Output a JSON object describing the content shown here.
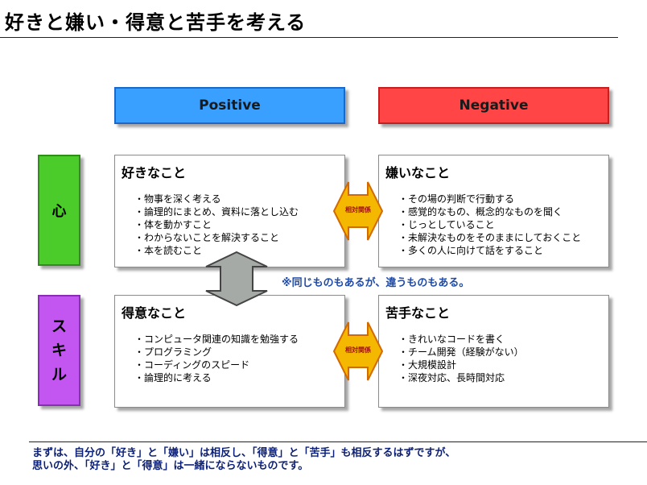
{
  "title": "好きと嫌い・得意と苦手を考える",
  "columns": {
    "positive": "Positive",
    "negative": "Negative"
  },
  "rows": {
    "kokoro": "心",
    "skill": [
      "ス",
      "キ",
      "ル"
    ]
  },
  "cells": {
    "like": {
      "heading": "好きなこと",
      "items": [
        "・物事を深く考える",
        "・論理的にまとめ、資料に落とし込む",
        "・体を動かすこと",
        "・わからないことを解決すること",
        "・本を読むこと"
      ]
    },
    "dislike": {
      "heading": "嫌いなこと",
      "items": [
        "・その場の判断で行動する",
        "・感覚的なもの、概念的なものを聞く",
        "・じっとしていること",
        "・未解決なものをそのままにしておくこと",
        "・多くの人に向けて話をすること"
      ]
    },
    "good": {
      "heading": "得意なこと",
      "items": [
        "・コンピュータ関連の知識を勉強する",
        "・プログラミング",
        "・コーディングのスピード",
        "・論理的に考える"
      ]
    },
    "bad": {
      "heading": "苦手なこと",
      "items": [
        "・きれいなコードを書く",
        "・チーム開発（経験がない）",
        "・大規模設計",
        "・深夜対応、長時間対応"
      ]
    }
  },
  "arrow_label": "相対関係",
  "note": "※同じものもあるが、違うものもある。",
  "footer": [
    "まずは、自分の「好き」と「嫌い」は相反し、「得意」と「苦手」も相反するはずですが、",
    "思いの外、「好き」と「得意」は一緒にならないものです。"
  ],
  "colors": {
    "positive": "#3aa0ff",
    "negative": "#ff4545",
    "kokoro": "#4ccc2a",
    "skill": "#c356f0",
    "arrow": "#f5b800",
    "note": "#1f4aa8"
  }
}
